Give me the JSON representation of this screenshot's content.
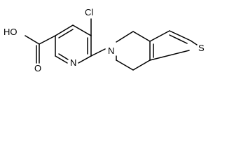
{
  "structure": {
    "atoms": {
      "carboxyl_oh": "HO",
      "carboxyl_o": "O",
      "chlorine": "Cl",
      "pyridine_n": "N",
      "amine_n": "N",
      "sulfur": "S"
    }
  },
  "colors": {
    "bond": "#000000",
    "label": "#000000",
    "background": "#ffffff"
  }
}
